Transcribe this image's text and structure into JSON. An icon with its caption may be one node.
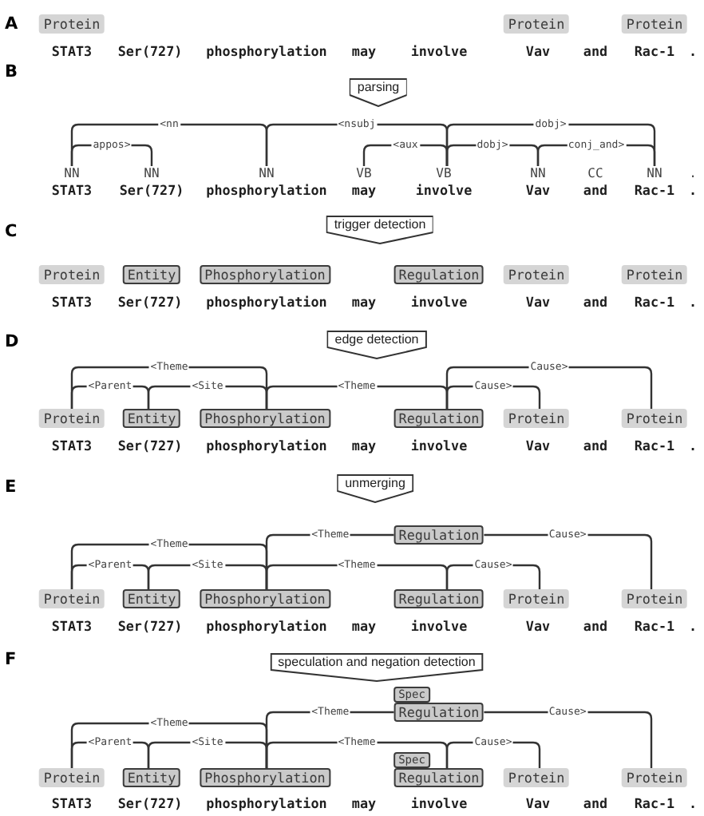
{
  "diagram": {
    "nodes": [
      {
        "text": [
          "Protein"
        ]
      },
      {
        "text": [
          "Protein"
        ]
      },
      {
        "text": [
          "Protein"
        ]
      },
      {
        "text": [
          "parsing"
        ]
      },
      {
        "text": [
          "NN",
          "STAT3"
        ]
      },
      {
        "text": [
          "NN",
          "Ser(727)"
        ]
      },
      {
        "text": [
          "NN",
          "phosphorylation"
        ]
      },
      {
        "text": [
          "VB",
          "may"
        ]
      },
      {
        "text": [
          "VB",
          "involve"
        ]
      },
      {
        "text": [
          "NN",
          "Vav"
        ]
      },
      {
        "text": [
          "NN",
          "Rac-1"
        ]
      },
      {
        "text": [
          "trigger detection"
        ]
      },
      {
        "text": [
          "Protein"
        ]
      },
      {
        "text": [
          "Entity"
        ]
      },
      {
        "text": [
          "Phosphorylation"
        ]
      },
      {
        "text": [
          "Regulation"
        ]
      },
      {
        "text": [
          "Protein"
        ]
      },
      {
        "text": [
          "Protein"
        ]
      },
      {
        "text": [
          "edge detection"
        ]
      },
      {
        "text": [
          "Protein"
        ]
      },
      {
        "text": [
          "Entity"
        ]
      },
      {
        "text": [
          "Phosphorylation"
        ]
      },
      {
        "text": [
          "Regulation"
        ]
      },
      {
        "text": [
          "Protein"
        ]
      },
      {
        "text": [
          "Protein"
        ]
      },
      {
        "text": [
          "unmerging"
        ]
      },
      {
        "text": [
          "Regulation"
        ]
      },
      {
        "text": [
          "Protein"
        ]
      },
      {
        "text": [
          "Entity"
        ]
      },
      {
        "text": [
          "Phosphorylation"
        ]
      },
      {
        "text": [
          "Regulation"
        ]
      },
      {
        "text": [
          "Protein"
        ]
      },
      {
        "text": [
          "Protein"
        ]
      },
      {
        "text": [
          "speculation and negation detection"
        ]
      },
      {
        "text": [
          "Spec"
        ]
      },
      {
        "text": [
          "Regulation"
        ]
      },
      {
        "text": [
          "Spec"
        ]
      },
      {
        "text": [
          "Protein"
        ]
      },
      {
        "text": [
          "Entity"
        ]
      },
      {
        "text": [
          "Phosphorylation"
        ]
      },
      {
        "text": [
          "Regulation"
        ]
      },
      {
        "text": [
          "Protein"
        ]
      },
      {
        "text": [
          "Protein"
        ]
      }
    ],
    "edges": [
      {
        "from": 6,
        "to": 4,
        "arrow": "none",
        "label": "<nn"
      },
      {
        "from": 4,
        "to": 5,
        "arrow": "none",
        "label": "appos>"
      },
      {
        "from": 8,
        "to": 6,
        "arrow": "none",
        "label": "<nsubj"
      },
      {
        "from": 8,
        "to": 10,
        "arrow": "none",
        "label": "dobj>"
      },
      {
        "from": 8,
        "to": 7,
        "arrow": "none",
        "label": "<aux"
      },
      {
        "from": 8,
        "to": 9,
        "arrow": "none",
        "label": "dobj>"
      },
      {
        "from": 9,
        "to": 10,
        "arrow": "none",
        "label": "conj_and>"
      },
      {
        "from": 21,
        "to": 19,
        "arrow": "none",
        "label": "<Theme"
      },
      {
        "from": 22,
        "to": 24,
        "arrow": "none",
        "label": "Cause>"
      },
      {
        "from": 20,
        "to": 19,
        "arrow": "none",
        "label": "<Parent"
      },
      {
        "from": 21,
        "to": 20,
        "arrow": "none",
        "label": "<Site"
      },
      {
        "from": 22,
        "to": 21,
        "arrow": "none",
        "label": "<Theme"
      },
      {
        "from": 22,
        "to": 23,
        "arrow": "none",
        "label": "Cause>"
      },
      {
        "from": 26,
        "to": 29,
        "arrow": "none",
        "label": "<Theme"
      },
      {
        "from": 26,
        "to": 32,
        "arrow": "none",
        "label": "Cause>"
      },
      {
        "from": 29,
        "to": 27,
        "arrow": "none",
        "label": "<Theme"
      },
      {
        "from": 28,
        "to": 27,
        "arrow": "none",
        "label": "<Parent"
      },
      {
        "from": 29,
        "to": 28,
        "arrow": "none",
        "label": "<Site"
      },
      {
        "from": 30,
        "to": 29,
        "arrow": "none",
        "label": "<Theme"
      },
      {
        "from": 30,
        "to": 31,
        "arrow": "none",
        "label": "Cause>"
      },
      {
        "from": 35,
        "to": 39,
        "arrow": "none",
        "label": "<Theme"
      },
      {
        "from": 35,
        "to": 42,
        "arrow": "none",
        "label": "Cause>"
      },
      {
        "from": 39,
        "to": 37,
        "arrow": "none",
        "label": "<Theme"
      },
      {
        "from": 38,
        "to": 37,
        "arrow": "none",
        "label": "<Parent"
      },
      {
        "from": 39,
        "to": 38,
        "arrow": "none",
        "label": "<Site"
      },
      {
        "from": 40,
        "to": 39,
        "arrow": "none",
        "label": "<Theme"
      },
      {
        "from": 40,
        "to": 41,
        "arrow": "none",
        "label": "Cause>"
      }
    ],
    "labels": [
      "A",
      "STAT3",
      "Ser(727)",
      "phosphorylation",
      "may",
      "involve",
      "Vav",
      "and",
      "Rac-1",
      ".",
      "B",
      "CC",
      ".",
      "and",
      ".",
      "C",
      "STAT3",
      "Ser(727)",
      "phosphorylation",
      "may",
      "involve",
      "Vav",
      "and",
      "Rac-1",
      ".",
      "D",
      "STAT3",
      "Ser(727)",
      "phosphorylation",
      "may",
      "involve",
      "Vav",
      "and",
      "Rac-1",
      ".",
      "E",
      "STAT3",
      "Ser(727)",
      "phosphorylation",
      "may",
      "involve",
      "Vav",
      "and",
      "Rac-1",
      ".",
      "F",
      "STAT3",
      "Ser(727)",
      "phosphorylation",
      "may",
      "involve",
      "Vav",
      "and",
      "Rac-1",
      "."
    ]
  }
}
